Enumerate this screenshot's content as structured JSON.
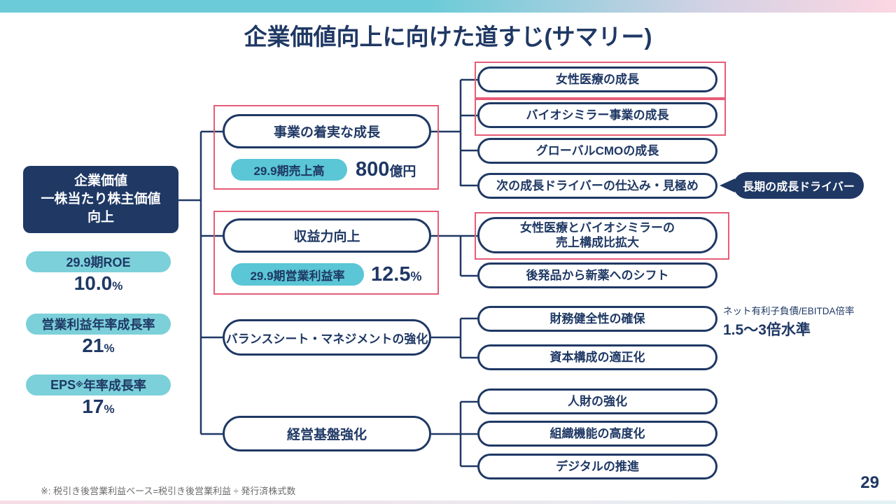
{
  "slide": {
    "title": "企業価値向上に向けた道すじ(サマリー)",
    "page_number": "29",
    "footnote": "※: 税引き後営業利益ベース=税引き後営業利益 ÷ 発行済株式数"
  },
  "colors": {
    "navy": "#1f3864",
    "teal_pill": "#7bd0da",
    "kpi_pill": "#5ac6d6",
    "highlight_red": "#e85c77",
    "topbar_teal": "#6ccbd8",
    "topbar_pink": "#fcd7e2"
  },
  "root_box": {
    "line1": "企業価値",
    "line2": "一株当たり株主価値",
    "line3": "向上"
  },
  "metrics": [
    {
      "label": "29.9期ROE",
      "value": "10.0",
      "unit": "%"
    },
    {
      "label": "営業利益年率成長率",
      "value": "21",
      "unit": "%"
    },
    {
      "label_pre": "EPS",
      "label_sup": "※",
      "label_post": "年率成長率",
      "value": "17",
      "unit": "%"
    }
  ],
  "pillars": [
    {
      "label": "事業の着実な成長",
      "kpi_label": "29.9期売上高",
      "kpi_value": "800",
      "kpi_unit": "億円"
    },
    {
      "label": "収益力向上",
      "kpi_label": "29.9期営業利益率",
      "kpi_value": "12.5",
      "kpi_unit": "%"
    },
    {
      "label": "バランスシート・マネジメントの強化"
    },
    {
      "label": "経営基盤強化"
    }
  ],
  "leaves": [
    {
      "label": "女性医療の成長"
    },
    {
      "label": "バイオシミラー事業の成長"
    },
    {
      "label": "グローバルCMOの成長"
    },
    {
      "label": "次の成長ドライバーの仕込み・見極め"
    },
    {
      "line1": "女性医療とバイオシミラーの",
      "line2": "売上構成比拡大"
    },
    {
      "label": "後発品から新薬へのシフト"
    },
    {
      "label": "財務健全性の確保"
    },
    {
      "label": "資本構成の適正化"
    },
    {
      "label": "人財の強化"
    },
    {
      "label": "組織機能の高度化"
    },
    {
      "label": "デジタルの推進"
    }
  ],
  "callout": {
    "label": "長期の成長ドライバー"
  },
  "debt_note": {
    "line1": "ネット有利子負債/EBITDA倍率",
    "line2": "1.5〜3倍水準"
  }
}
